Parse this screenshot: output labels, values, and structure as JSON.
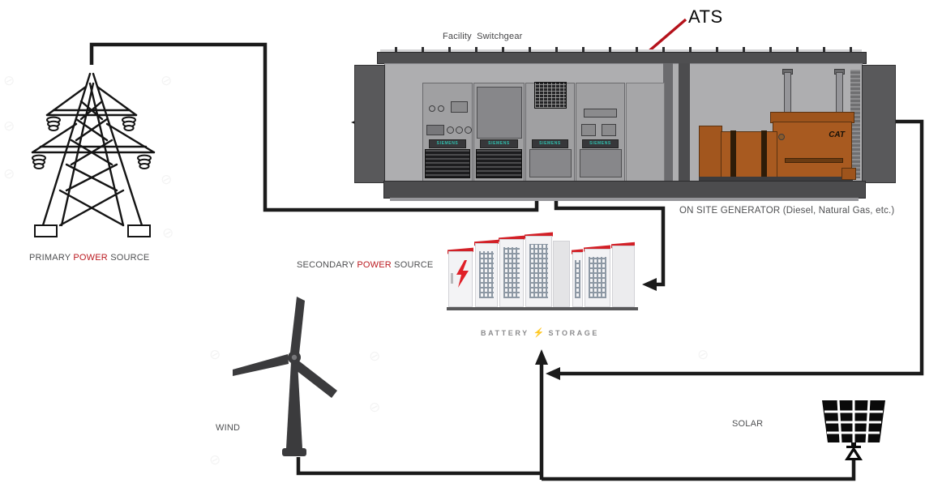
{
  "labels": {
    "facility_switchgear": "Facility Switchgear",
    "ats": "ATS",
    "onsite_generator": "ON SITE GENERATOR (Diesel,  Natural  Gas, etc.)",
    "primary": {
      "pre": "PRIMARY ",
      "power": "POWER",
      "post": " SOURCE"
    },
    "secondary": {
      "pre": "SECONDARY ",
      "power": "POWER",
      "post": " SOURCE"
    },
    "battery": {
      "left": "BATTERY ",
      "bolt": "⚡",
      "right": " STORAGE"
    },
    "wind": "WIND",
    "solar": "SOLAR"
  },
  "equipment": {
    "switchgear_brand": "SIEMENS",
    "switchgear_cabinet_count": 4,
    "generator_brand": "CAT"
  },
  "colors": {
    "connection_line": "#1b1b1b",
    "ats_arrow_red": "#b5121b",
    "label_accent_red": "#bb1a20",
    "label_gray": "#4f5052",
    "siemens_teal": "#2fbfae",
    "generator_orange": "#a85a20",
    "battery_red": "#d22027"
  },
  "decor": {
    "watermark_glyph": "⊘"
  }
}
